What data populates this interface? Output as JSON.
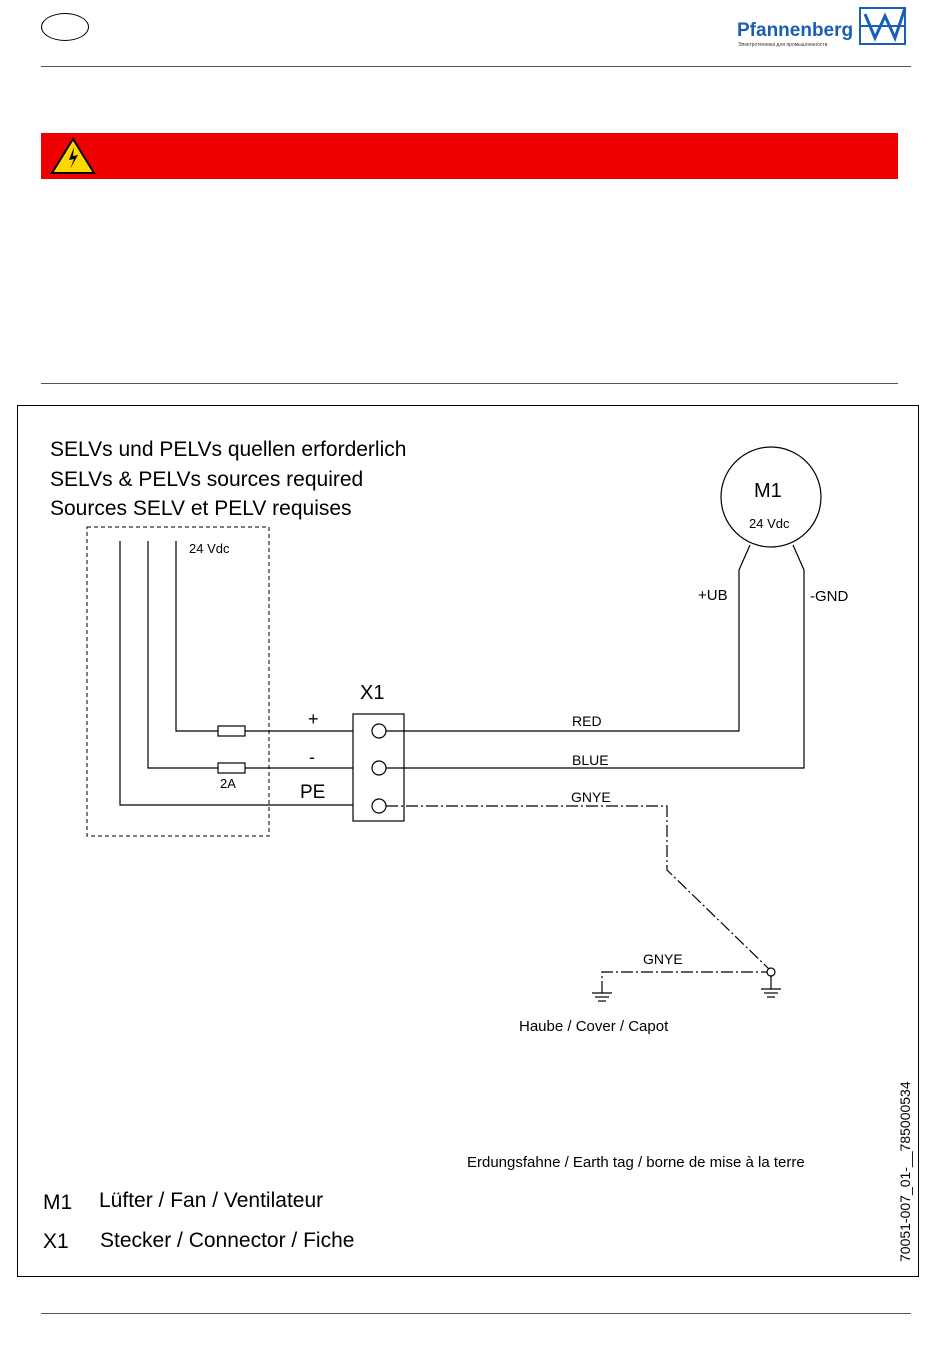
{
  "header": {
    "brand_name": "Pfannenberg",
    "brand_tagline": "Электротехника для промышленности",
    "brand_color": "#1a5fb4"
  },
  "warning_bar": {
    "color": "#ee0000",
    "icon": "high-voltage-warning-icon"
  },
  "diagram": {
    "requirements": [
      "SELVs und PELVs quellen erforderlich",
      "SELVs & PELVs sources required",
      "Sources SELV et PELV requises"
    ],
    "supply_voltage": "24 Vdc",
    "fuse_rating": "2A",
    "terminal_labels": {
      "plus": "+",
      "minus": "-",
      "pe": "PE"
    },
    "connector": {
      "id": "X1"
    },
    "motor": {
      "id": "M1",
      "voltage": "24 Vdc",
      "plus_label": "+UB",
      "gnd_label": "-GND"
    },
    "wires": {
      "red": "RED",
      "blue": "BLUE",
      "gnye": "GNYE",
      "gnye_cover": "GNYE"
    },
    "cover_label": "Haube / Cover / Capot",
    "earth_tag_label": "Erdungsfahne / Earth tag / borne de mise à la terre",
    "legend": [
      {
        "key": "M1",
        "text": "Lüfter / Fan / Ventilateur"
      },
      {
        "key": "X1",
        "text": "Stecker / Connector / Fiche"
      }
    ],
    "drawing_number": "70051-007_01-__785000534"
  }
}
